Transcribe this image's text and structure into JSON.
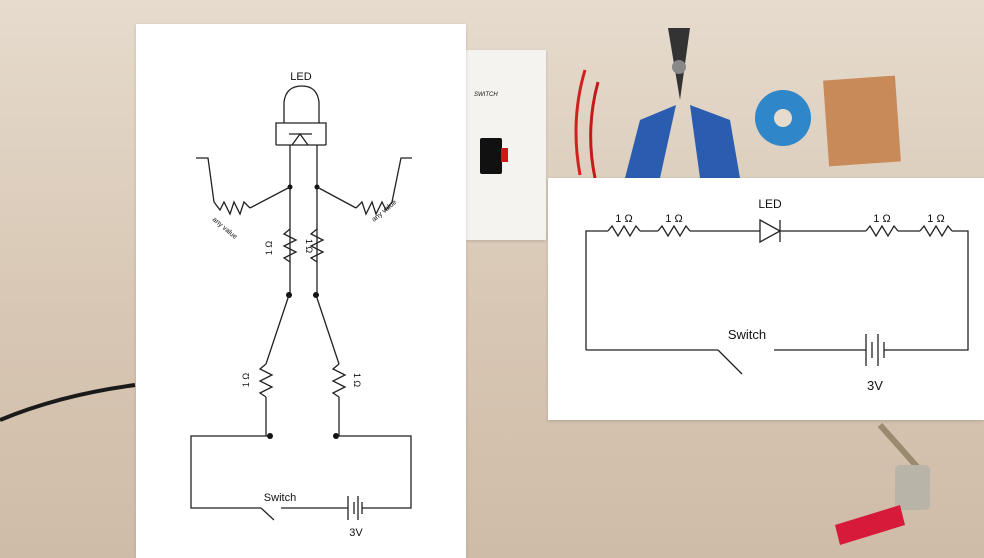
{
  "left_diagram": {
    "led_label": "LED",
    "arm_resistor_label": "any value",
    "resistor_label": "1 Ω",
    "switch_label": "Switch",
    "battery_label": "3V"
  },
  "right_diagram": {
    "resistor_label": "1 Ω",
    "led_label": "LED",
    "switch_label": "Switch",
    "battery_label": "3V"
  },
  "switch_card": {
    "label": "SWITCH"
  },
  "colors": {
    "wire": "#222222",
    "tool_handle": "#2a5db0",
    "solder_spool": "#2f86c9",
    "perfboard": "#c98a5a",
    "red_wire": "#d02020"
  }
}
